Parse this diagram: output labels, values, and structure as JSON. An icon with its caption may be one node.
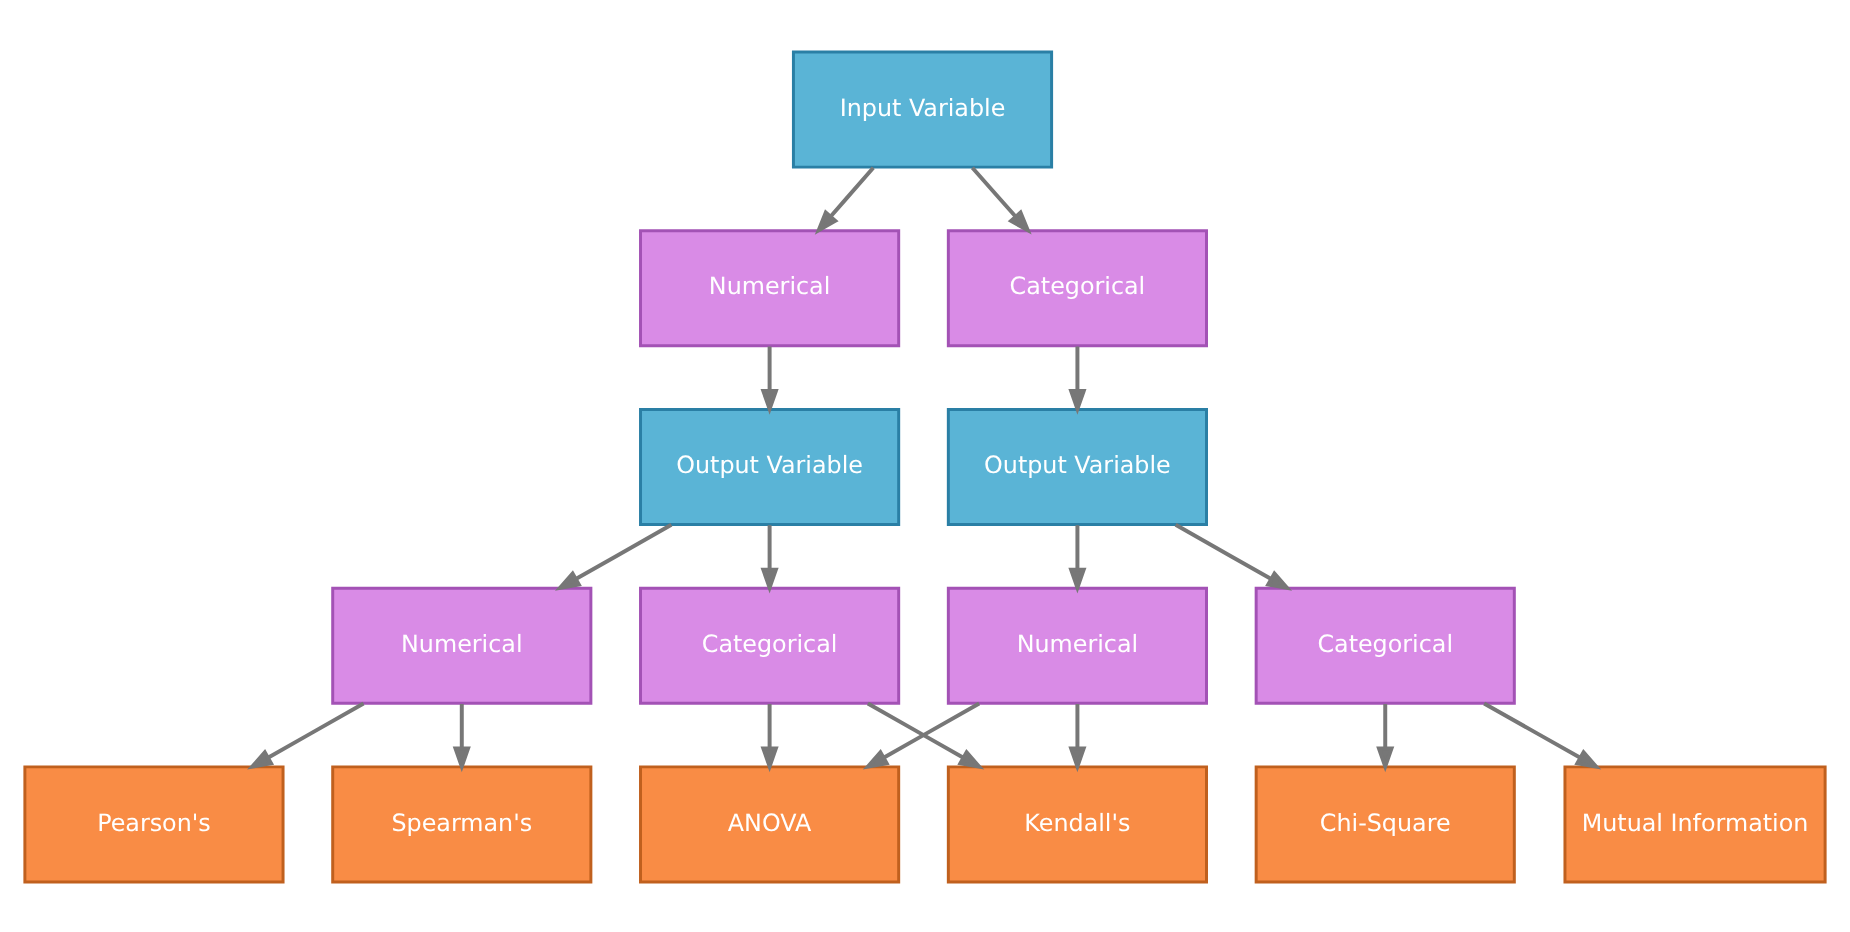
{
  "diagram": {
    "nodes": [
      {
        "text": [
          "Input Variable"
        ]
      },
      {
        "text": [
          "Numerical"
        ]
      },
      {
        "text": [
          "Categorical"
        ]
      },
      {
        "text": [
          "Output Variable"
        ]
      },
      {
        "text": [
          "Output Variable"
        ]
      },
      {
        "text": [
          "Numerical"
        ]
      },
      {
        "text": [
          "Categorical"
        ]
      },
      {
        "text": [
          "Numerical"
        ]
      },
      {
        "text": [
          "Categorical"
        ]
      },
      {
        "text": [
          "Pearson's"
        ]
      },
      {
        "text": [
          "Spearman's"
        ]
      },
      {
        "text": [
          "ANOVA"
        ]
      },
      {
        "text": [
          "Kendall's"
        ]
      },
      {
        "text": [
          "Chi-Square"
        ]
      },
      {
        "text": [
          "Mutual Information"
        ]
      }
    ],
    "edges": [
      {
        "from": 0,
        "to": 1,
        "arrow": "to"
      },
      {
        "from": 0,
        "to": 2,
        "arrow": "to"
      },
      {
        "from": 1,
        "to": 3,
        "arrow": "to"
      },
      {
        "from": 2,
        "to": 4,
        "arrow": "to"
      },
      {
        "from": 3,
        "to": 5,
        "arrow": "to"
      },
      {
        "from": 3,
        "to": 6,
        "arrow": "to"
      },
      {
        "from": 4,
        "to": 7,
        "arrow": "to"
      },
      {
        "from": 4,
        "to": 8,
        "arrow": "to"
      },
      {
        "from": 5,
        "to": 9,
        "arrow": "to"
      },
      {
        "from": 5,
        "to": 10,
        "arrow": "to"
      },
      {
        "from": 6,
        "to": 11,
        "arrow": "to"
      },
      {
        "from": 6,
        "to": 12,
        "arrow": "to"
      },
      {
        "from": 7,
        "to": 11,
        "arrow": "to"
      },
      {
        "from": 7,
        "to": 12,
        "arrow": "to"
      },
      {
        "from": 8,
        "to": 13,
        "arrow": "to"
      },
      {
        "from": 8,
        "to": 14,
        "arrow": "to"
      }
    ]
  }
}
